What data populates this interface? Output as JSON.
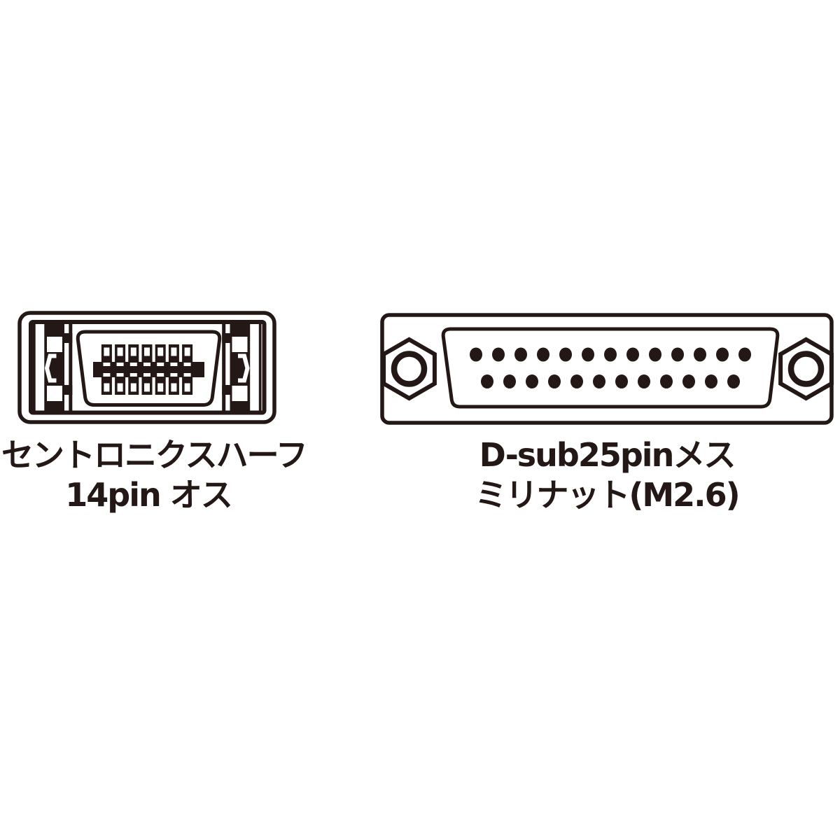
{
  "page": {
    "background": "#ffffff",
    "ink": "#231815"
  },
  "connectors": [
    {
      "id": "centronics-half-14pin-male",
      "type": "centronics-half",
      "label_line1": "セントロニクスハーフ",
      "label_line2": "14pin オス",
      "pin_columns": 7,
      "pin_rows": 2,
      "total_pins": 14
    },
    {
      "id": "d-sub-25pin-female",
      "type": "d-sub",
      "label_line1": "D-sub25pinメス",
      "label_line2": "ミリナット(M2.6)",
      "pins_top_row": 13,
      "pins_bottom_row": 12,
      "total_pins": 25
    }
  ]
}
